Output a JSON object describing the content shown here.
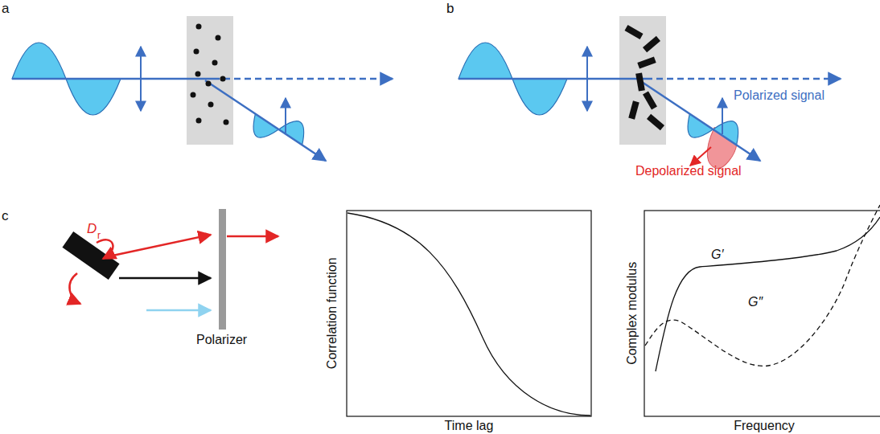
{
  "diagram": {
    "labels": [
      "a",
      "b",
      "Polarized signal",
      "Depolarized signal",
      "c",
      "D",
      "r",
      "Polarizer",
      "Correlation function",
      "Time lag",
      "Complex modulus",
      "Frequency",
      "G′",
      "G″"
    ]
  }
}
